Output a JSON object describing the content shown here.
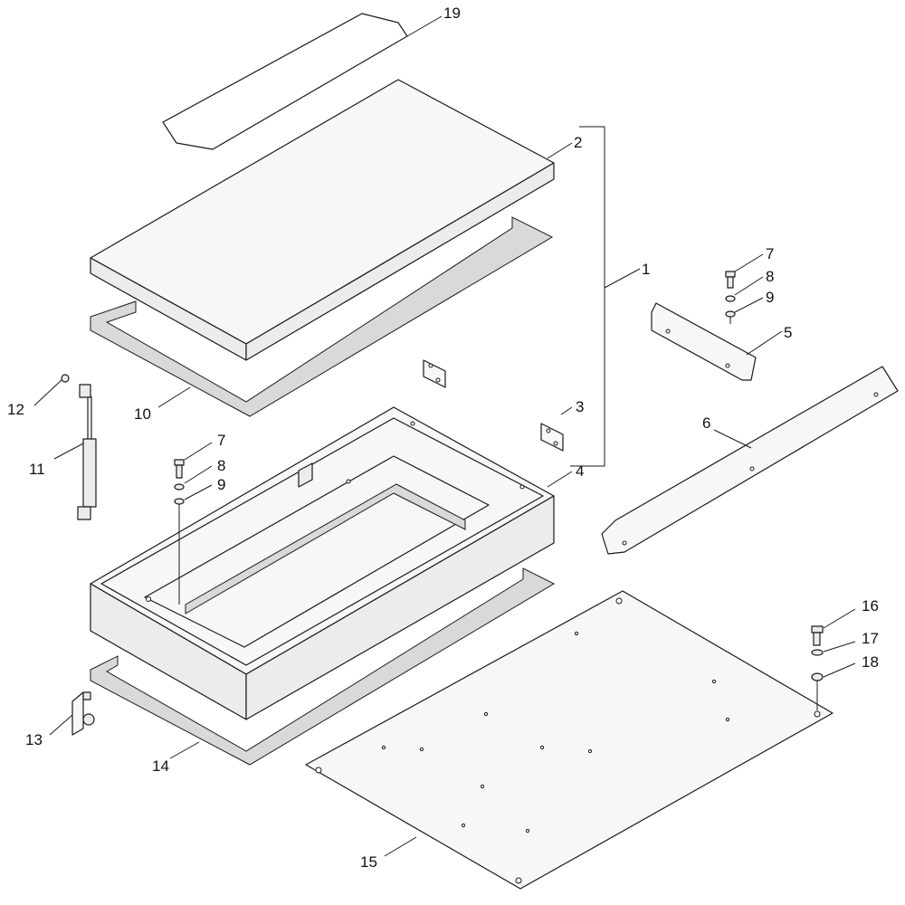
{
  "labels": {
    "l1": "1",
    "l2": "2",
    "l3": "3",
    "l4": "4",
    "l5": "5",
    "l6": "6",
    "l7a": "7",
    "l8a": "8",
    "l9a": "9",
    "l7b": "7",
    "l8b": "8",
    "l9b": "9",
    "l10": "10",
    "l11": "11",
    "l12": "12",
    "l13": "13",
    "l14": "14",
    "l15": "15",
    "l16": "16",
    "l17": "17",
    "l18": "18",
    "l19": "19"
  }
}
